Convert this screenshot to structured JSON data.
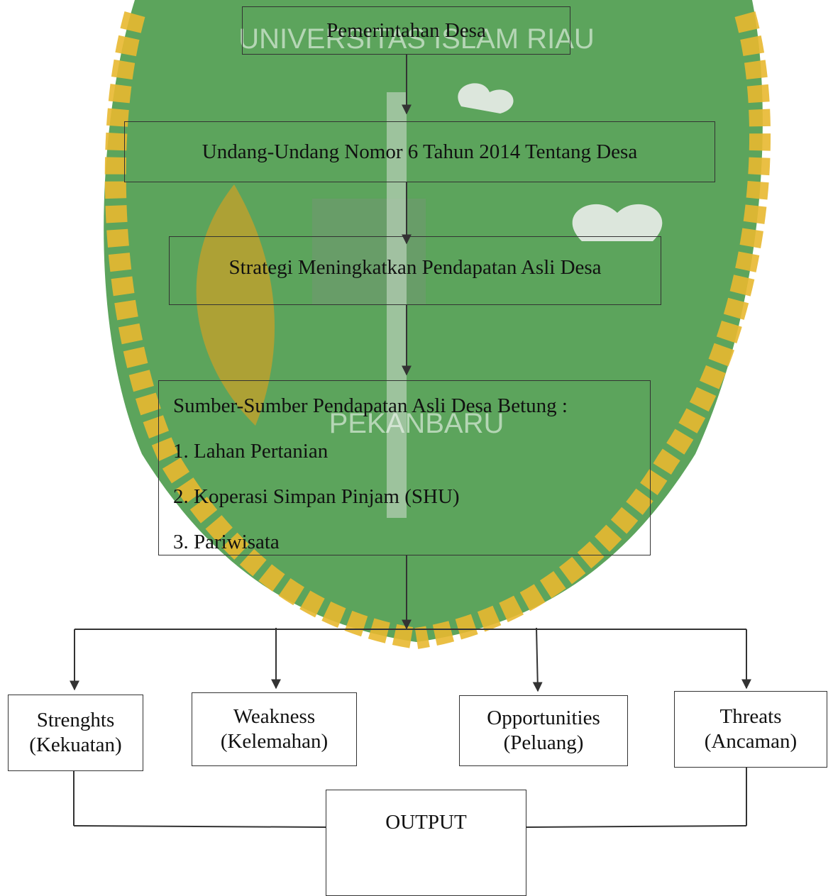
{
  "boxes": {
    "govt": "Pemerintahan Desa",
    "law": "Undang-Undang Nomor 6 Tahun 2014 Tentang Desa",
    "strategy": "Strategi Meningkatkan Pendapatan Asli Desa",
    "sources": {
      "heading": "Sumber-Sumber Pendapatan Asli Desa Betung :",
      "items": [
        "1. Lahan Pertanian",
        "2. Koperasi Simpan Pinjam (SHU)",
        "3. Pariwisata"
      ]
    },
    "swot": [
      {
        "line1": "Strenghts",
        "line2": "(Kekuatan)"
      },
      {
        "line1": "Weakness",
        "line2": "(Kelemahan)"
      },
      {
        "line1": "Opportunities",
        "line2": "(Peluang)"
      },
      {
        "line1": "Threats",
        "line2": "(Ancaman)"
      }
    ],
    "output": "OUTPUT"
  },
  "watermark": {
    "arc_text": "UNIVERSITAS ISLAM RIAU",
    "city_text": "PEKANBARU",
    "colors": {
      "shield": "#2e8b2e",
      "rope": "#e8b830",
      "leaf": "#c8a028"
    }
  }
}
